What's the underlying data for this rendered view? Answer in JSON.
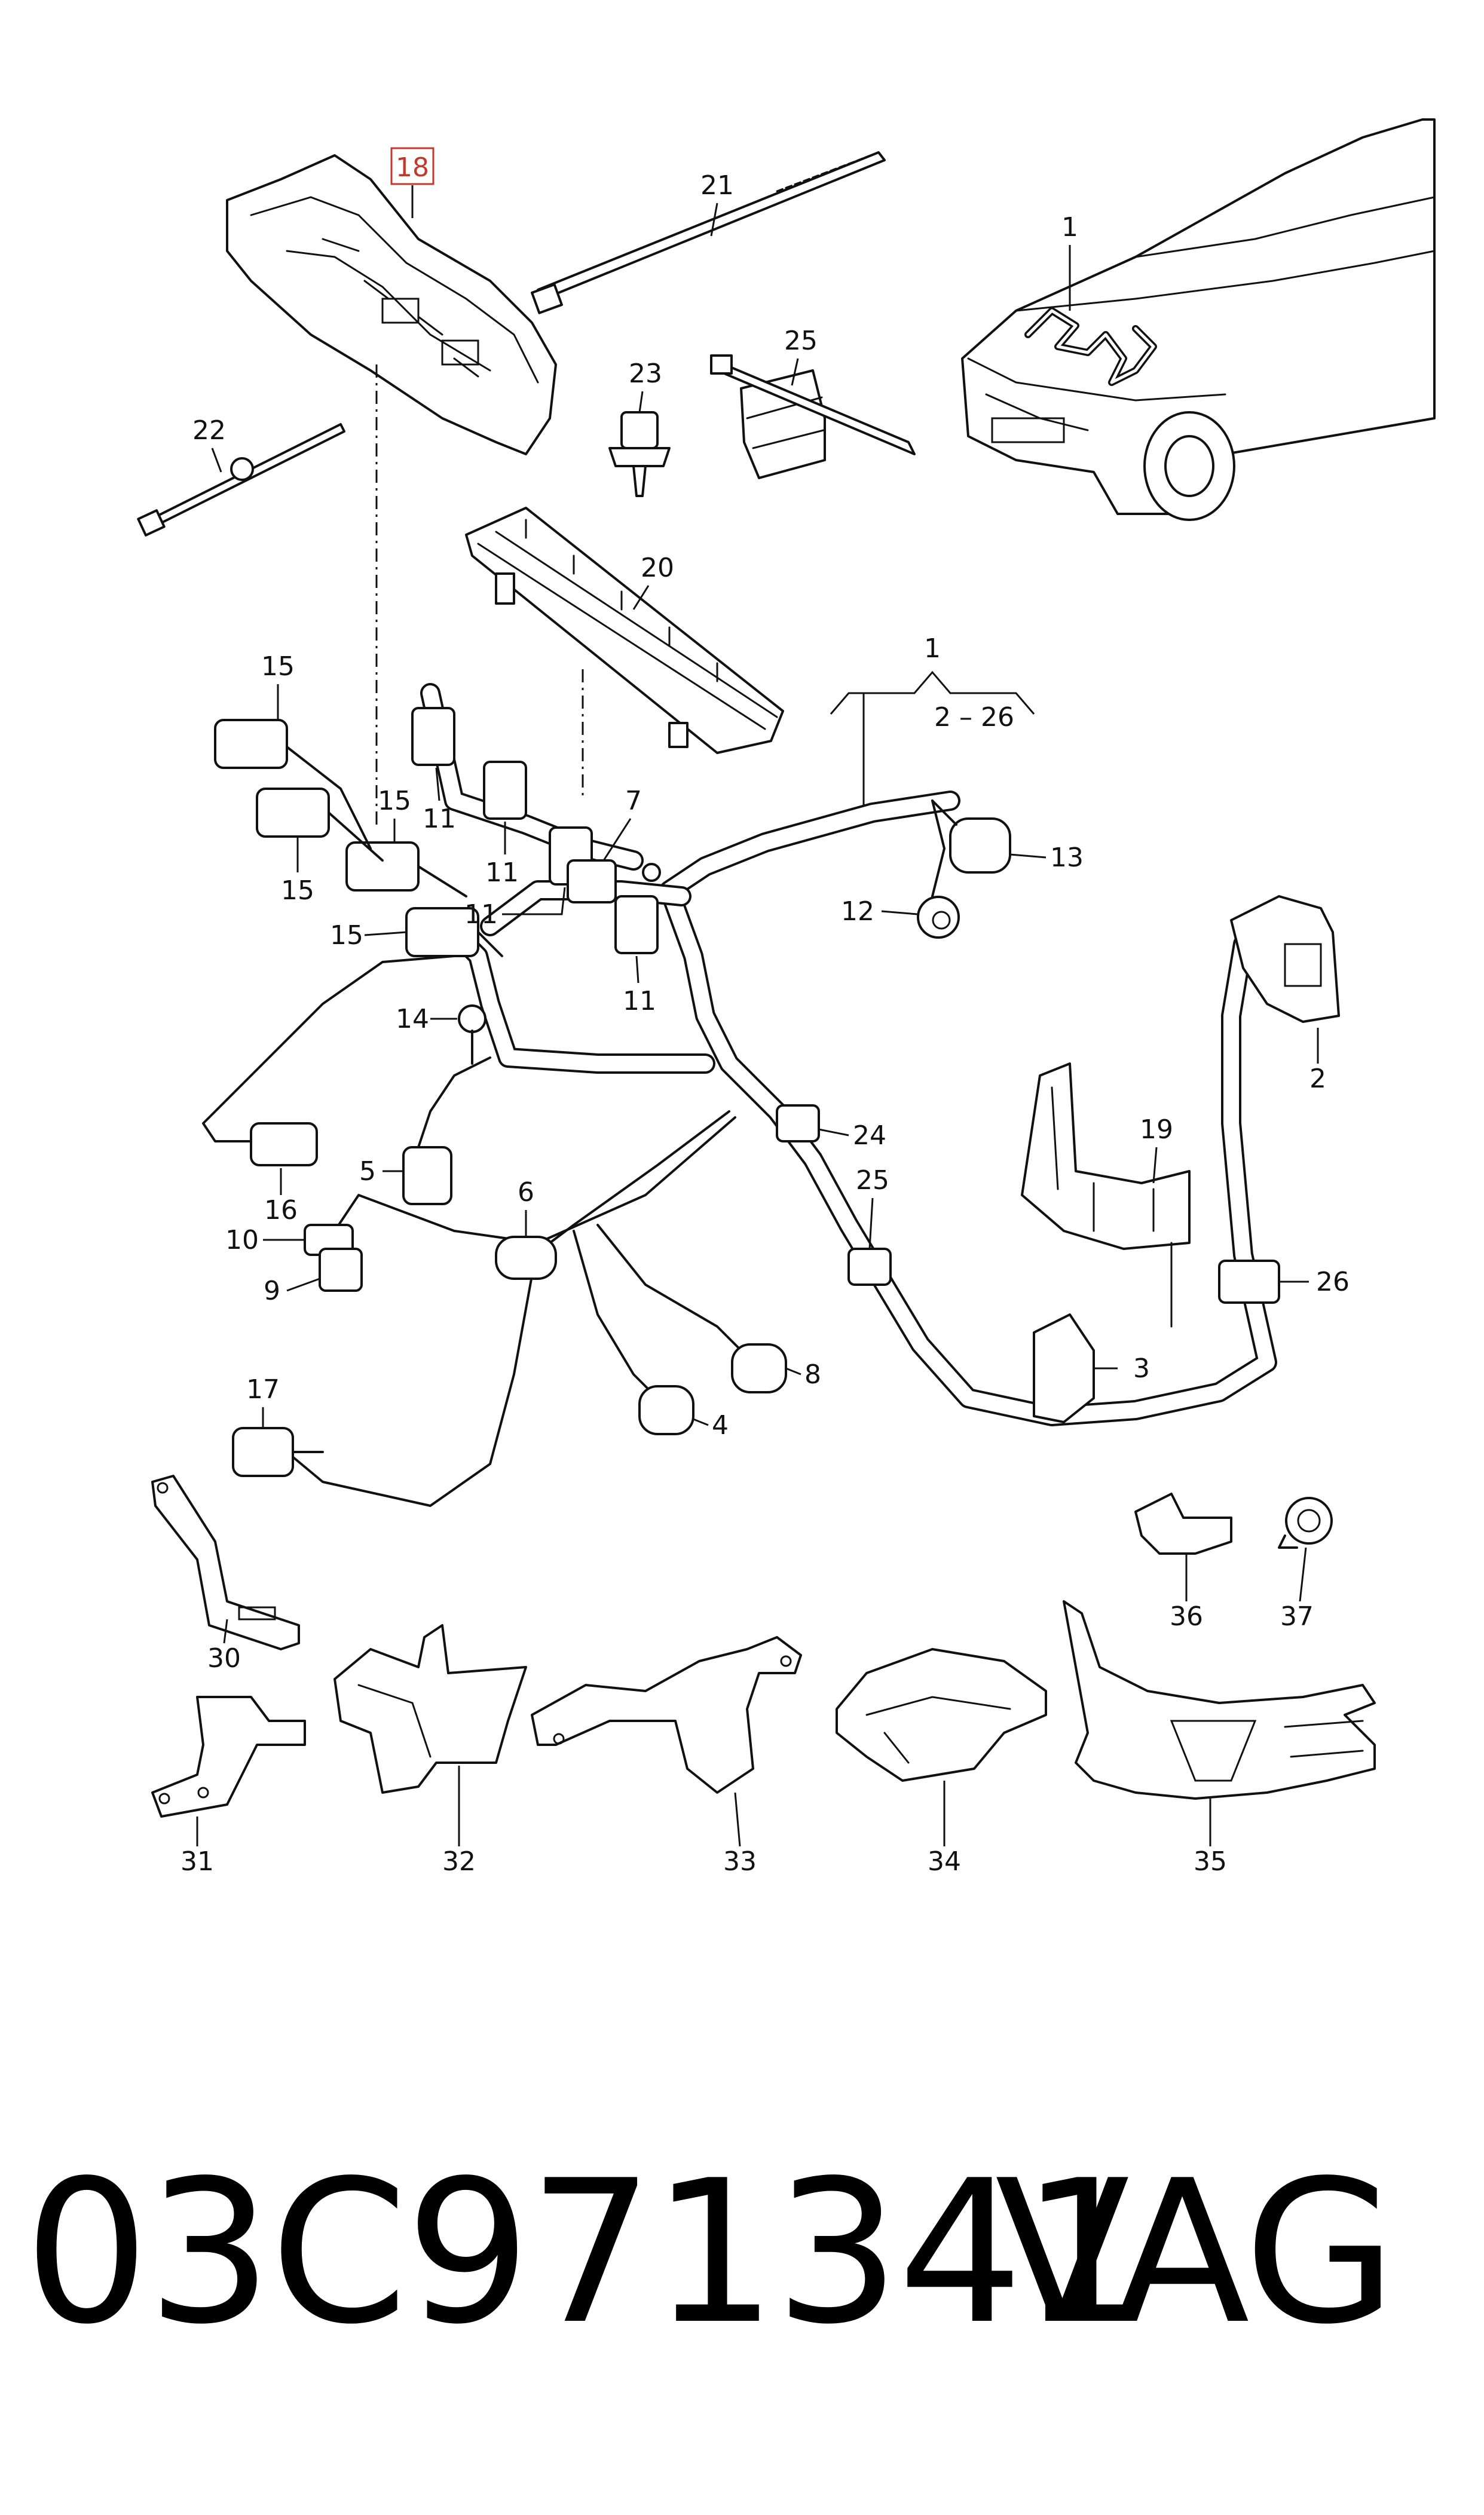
{
  "callouts": {
    "c1_car": "1",
    "c1_group": "1",
    "c1_range": "2 – 26",
    "c2": "2",
    "c3": "3",
    "c4": "4",
    "c5": "5",
    "c6": "6",
    "c7": "7",
    "c8": "8",
    "c9": "9",
    "c10": "10",
    "c11a": "11",
    "c11b": "11",
    "c11c": "11",
    "c11d": "11",
    "c12": "12",
    "c13": "13",
    "c14": "14",
    "c15a": "15",
    "c15b": "15",
    "c15c": "15",
    "c15d": "15",
    "c16": "16",
    "c17": "17",
    "c18": "18",
    "c19": "19",
    "c20": "20",
    "c21": "21",
    "c22": "22",
    "c23": "23",
    "c24": "24",
    "c25a": "25",
    "c25b": "25",
    "c26": "26",
    "c30": "30",
    "c31": "31",
    "c32": "32",
    "c33": "33",
    "c34": "34",
    "c35": "35",
    "c36": "36",
    "c37": "37"
  },
  "footer": {
    "part_number": "03C971341",
    "brand": "VAG"
  }
}
